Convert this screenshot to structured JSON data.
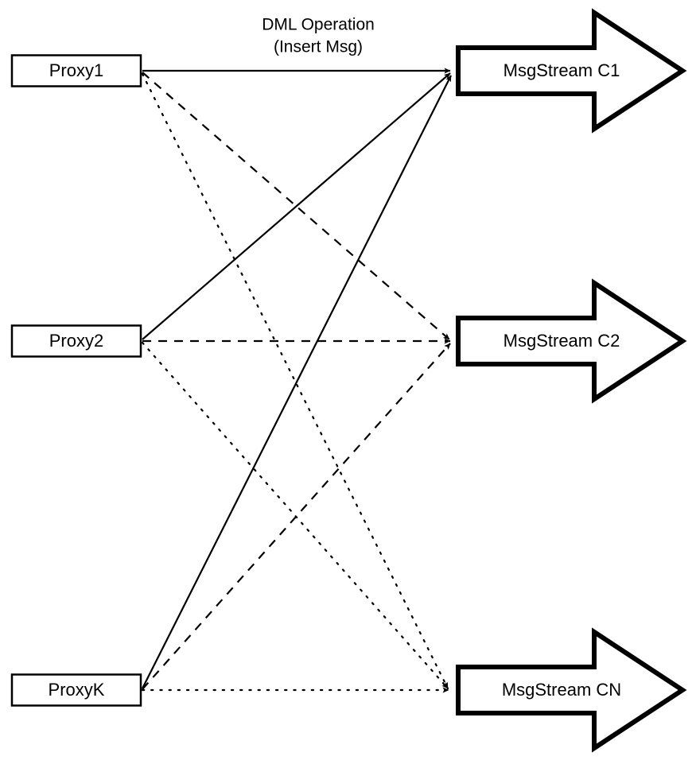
{
  "diagram": {
    "title": "Proxy to MsgStream channel fan-out",
    "background_color": "#ffffff",
    "line_color": "#000000",
    "edge_label": {
      "line1": "DML Operation",
      "line2": "(Insert Msg)"
    },
    "proxies": [
      {
        "id": "proxy1",
        "label": "Proxy1"
      },
      {
        "id": "proxy2",
        "label": "Proxy2"
      },
      {
        "id": "proxyk",
        "label": "ProxyK"
      }
    ],
    "streams": [
      {
        "id": "c1",
        "label": "MsgStream C1",
        "line_style": "solid"
      },
      {
        "id": "c2",
        "label": "MsgStream C2",
        "line_style": "dashed"
      },
      {
        "id": "cn",
        "label": "MsgStream CN",
        "line_style": "dotted"
      }
    ],
    "connections": [
      {
        "from": "Proxy1",
        "to": "MsgStream C1",
        "style": "solid"
      },
      {
        "from": "Proxy1",
        "to": "MsgStream C2",
        "style": "dashed"
      },
      {
        "from": "Proxy1",
        "to": "MsgStream CN",
        "style": "dotted"
      },
      {
        "from": "Proxy2",
        "to": "MsgStream C1",
        "style": "solid"
      },
      {
        "from": "Proxy2",
        "to": "MsgStream C2",
        "style": "dashed"
      },
      {
        "from": "Proxy2",
        "to": "MsgStream CN",
        "style": "dotted"
      },
      {
        "from": "ProxyK",
        "to": "MsgStream C1",
        "style": "solid"
      },
      {
        "from": "ProxyK",
        "to": "MsgStream C2",
        "style": "dashed"
      },
      {
        "from": "ProxyK",
        "to": "MsgStream CN",
        "style": "dotted"
      }
    ]
  }
}
